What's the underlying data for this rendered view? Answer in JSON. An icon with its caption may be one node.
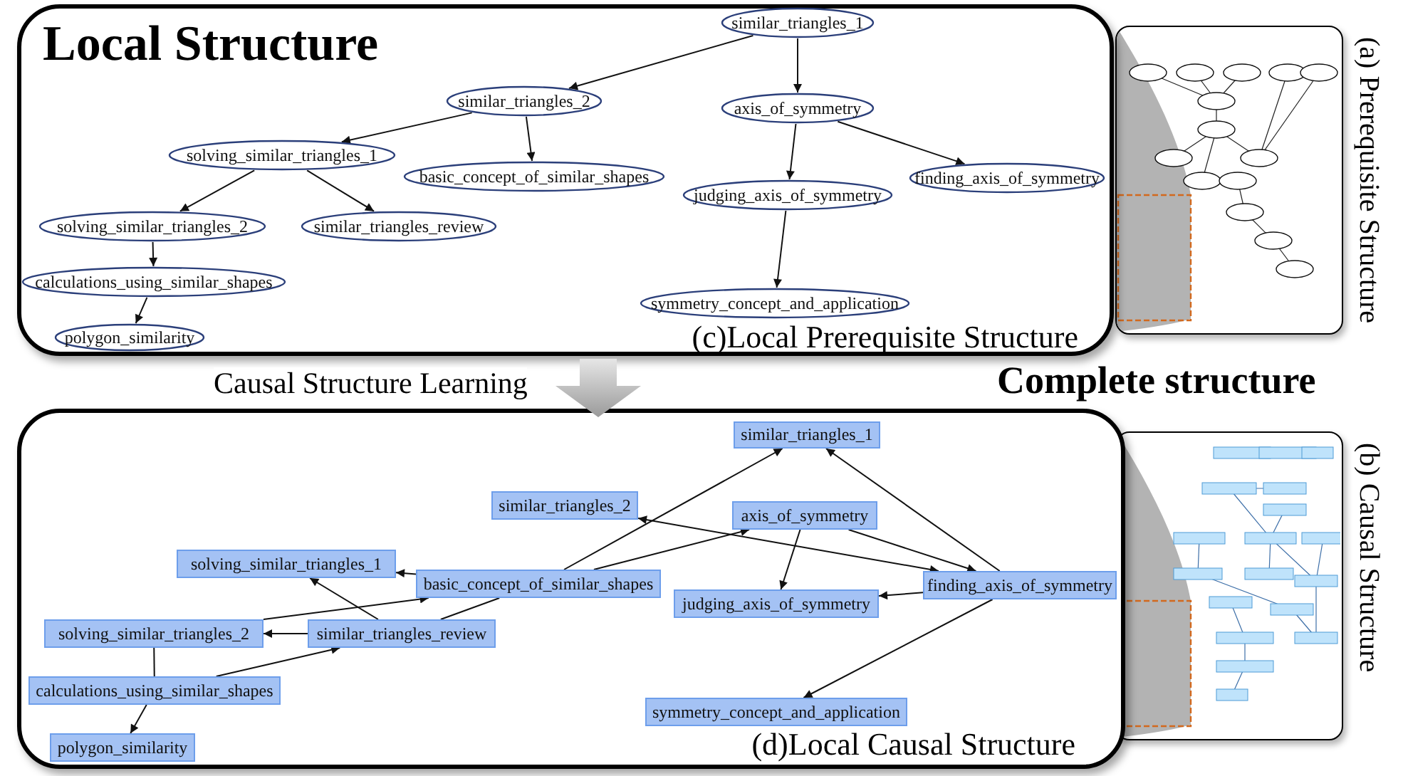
{
  "diagram": {
    "nodes": [
      {
        "text": [
          "Local Structure",
          "(c)Local Prerequisite Structure"
        ]
      },
      {
        "text": [
          "similar_triangles_1"
        ],
        "in": 0
      },
      {
        "text": [
          "similar_triangles_2"
        ],
        "in": 0
      },
      {
        "text": [
          "axis_of_symmetry"
        ],
        "in": 0
      },
      {
        "text": [
          "solving_similar_triangles_1"
        ],
        "in": 0
      },
      {
        "text": [
          "basic_concept_of_similar_shapes"
        ],
        "in": 0
      },
      {
        "text": [
          "finding_axis_of_symmetry"
        ],
        "in": 0
      },
      {
        "text": [
          "judging_axis_of_symmetry"
        ],
        "in": 0
      },
      {
        "text": [
          "solving_similar_triangles_2"
        ],
        "in": 0
      },
      {
        "text": [
          "similar_triangles_review"
        ],
        "in": 0
      },
      {
        "text": [
          "calculations_using_similar_shapes"
        ],
        "in": 0
      },
      {
        "text": [
          "symmetry_concept_and_application"
        ],
        "in": 0
      },
      {
        "text": [
          "polygon_similarity"
        ],
        "in": 0
      },
      {
        "text": [
          "(a) Prerequisite Structure"
        ]
      },
      {
        "text": [
          "(d)Local Causal Structure"
        ]
      },
      {
        "text": [
          "similar_triangles_1"
        ],
        "in": 14
      },
      {
        "text": [
          "similar_triangles_2"
        ],
        "in": 14
      },
      {
        "text": [
          "axis_of_symmetry"
        ],
        "in": 14
      },
      {
        "text": [
          "solving_similar_triangles_1"
        ],
        "in": 14
      },
      {
        "text": [
          "basic_concept_of_similar_shapes"
        ],
        "in": 14
      },
      {
        "text": [
          "finding_axis_of_symmetry"
        ],
        "in": 14
      },
      {
        "text": [
          "judging_axis_of_symmetry"
        ],
        "in": 14
      },
      {
        "text": [
          "solving_similar_triangles_2"
        ],
        "in": 14
      },
      {
        "text": [
          "similar_triangles_review"
        ],
        "in": 14
      },
      {
        "text": [
          "calculations_using_similar_shapes"
        ],
        "in": 14
      },
      {
        "text": [
          "symmetry_concept_and_application"
        ],
        "in": 14
      },
      {
        "text": [
          "polygon_similarity"
        ],
        "in": 14
      },
      {
        "text": [
          "(b) Causal Structure"
        ]
      }
    ],
    "edges": [
      {
        "from": 1,
        "to": 2,
        "arrow": "to"
      },
      {
        "from": 1,
        "to": 3,
        "arrow": "to"
      },
      {
        "from": 2,
        "to": 4,
        "arrow": "to"
      },
      {
        "from": 2,
        "to": 5,
        "arrow": "to"
      },
      {
        "from": 3,
        "to": 7,
        "arrow": "to"
      },
      {
        "from": 3,
        "to": 6,
        "arrow": "to"
      },
      {
        "from": 7,
        "to": 11,
        "arrow": "to"
      },
      {
        "from": 4,
        "to": 8,
        "arrow": "to"
      },
      {
        "from": 4,
        "to": 9,
        "arrow": "to"
      },
      {
        "from": 8,
        "to": 10,
        "arrow": "to"
      },
      {
        "from": 10,
        "to": 12,
        "arrow": "to"
      },
      {
        "from": 19,
        "to": 18,
        "arrow": "to"
      },
      {
        "from": 19,
        "to": 15,
        "arrow": "to"
      },
      {
        "from": 19,
        "to": 17,
        "arrow": "to"
      },
      {
        "from": 23,
        "to": 18,
        "arrow": "to"
      },
      {
        "from": 23,
        "to": 19,
        "arrow": "none"
      },
      {
        "from": 22,
        "to": 19,
        "arrow": "to"
      },
      {
        "from": 23,
        "to": 22,
        "arrow": "to"
      },
      {
        "from": 24,
        "to": 23,
        "arrow": "to"
      },
      {
        "from": 22,
        "to": 24,
        "arrow": "none"
      },
      {
        "from": 24,
        "to": 26,
        "arrow": "to"
      },
      {
        "from": 17,
        "to": 20,
        "arrow": "to"
      },
      {
        "from": 20,
        "to": 15,
        "arrow": "to"
      },
      {
        "from": 17,
        "to": 21,
        "arrow": "to"
      },
      {
        "from": 16,
        "to": 20,
        "arrow": "both"
      },
      {
        "from": 20,
        "to": 21,
        "arrow": "to"
      },
      {
        "from": 20,
        "to": 25,
        "arrow": "to"
      },
      {
        "from": 0,
        "to": 14,
        "arrow": "to",
        "label": "Causal Structure Learning",
        "style": "thick",
        "color": "#9a9a9a"
      }
    ],
    "labels": [
      "Complete structure"
    ]
  }
}
